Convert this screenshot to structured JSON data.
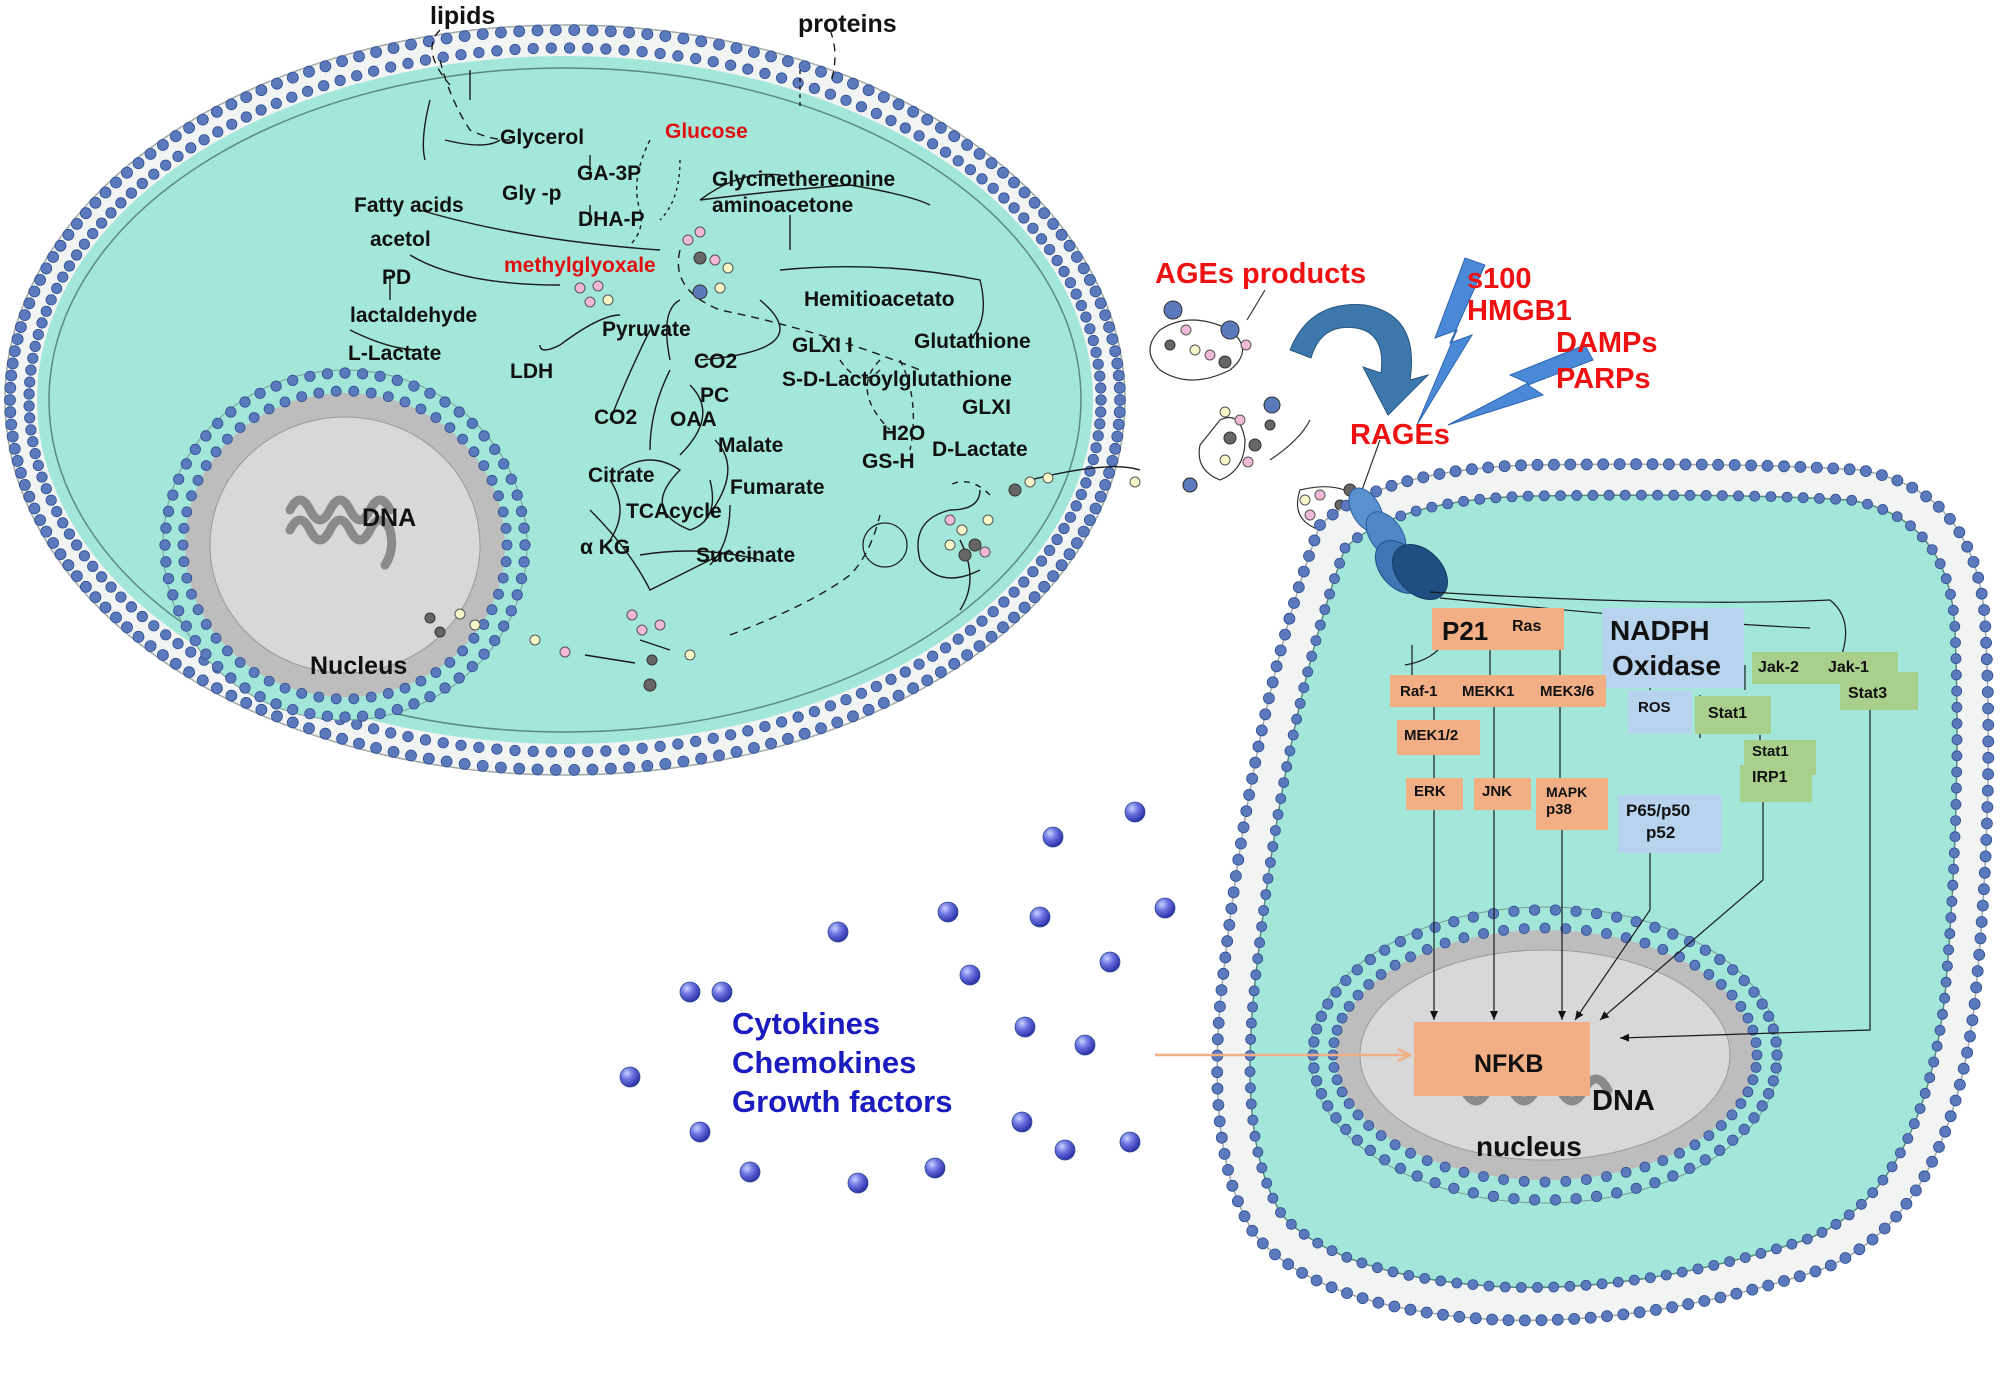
{
  "colors": {
    "cytoplasm": "#a3e7da",
    "membrane_head": "#5b79bd",
    "nucleus": "#d8d8d8",
    "alert": "#ee1111",
    "output_text": "#1b1bc0",
    "ras_box": "#f2ae85",
    "nadph_box": "#b8d3ee",
    "jak_box": "#a9cf8d"
  },
  "diagram": {
    "nodes": {
      "lipids": "lipids",
      "proteins": "proteins",
      "glycerol": "Glycerol",
      "glucose": "Glucose",
      "ga3p": "GA-3P",
      "glyp": "Gly -p",
      "dhap": "DHA-P",
      "glycinethr": "Glycinethereonine",
      "aminoacetone": "aminoacetone",
      "fattyacids": "Fatty acids",
      "acetol": "acetol",
      "methylglyoxale": "methylglyoxale",
      "pd": "PD",
      "lactaldehyde": "lactaldehyde",
      "hemitio": "Hemitioacetato",
      "llactate": "L-Lactate",
      "pyruvate": "Pyruvate",
      "glutathione": "Glutathione",
      "ldh": "LDH",
      "co2a": "CO2",
      "glxi1": "GLXI I",
      "pc": "PC",
      "sdlact": "S-D-Lactoylglutathione",
      "glxi": "GLXI",
      "co2b": "CO2",
      "oaa": "OAA",
      "h2o": "H2O",
      "malate": "Malate",
      "gsh": "GS-H",
      "dlactate": "D-Lactate",
      "citrate": "Citrate",
      "fumarate": "Fumarate",
      "tca": "TCAcycle",
      "akg": "α KG",
      "succinate": "Succinate",
      "dna1": "DNA",
      "nucleus1": "Nucleus",
      "ages": "AGEs products",
      "s100": "s100",
      "hmgb1": "HMGB1",
      "damps": "DAMPs",
      "parps": "PARPs",
      "rages": "RAGEs",
      "cytokines": "Cytokines",
      "chemokines": "Chemokines",
      "growth": "Growth factors",
      "nfkb": "NFKB",
      "dna2": "DNA",
      "nucleus2": "nucleus"
    },
    "boxes": {
      "p21": "P21",
      "ras": "Ras",
      "nadph1": "NADPH",
      "nadph2": "Oxidase",
      "jak2": "Jak-2",
      "jak1": "Jak-1",
      "stat3": "Stat3",
      "raf1": "Raf-1",
      "mekk1": "MEKK1",
      "mek36": "MEK3/6",
      "ros": "ROS",
      "stat1a": "Stat1",
      "mek12": "MEK1/2",
      "stat1b": "Stat1",
      "irp1": "IRP1",
      "erk": "ERK",
      "jnk": "JNK",
      "mapk1": "MAPK",
      "mapk2": "p38",
      "p65a": "P65/p50",
      "p65b": "p52"
    }
  }
}
